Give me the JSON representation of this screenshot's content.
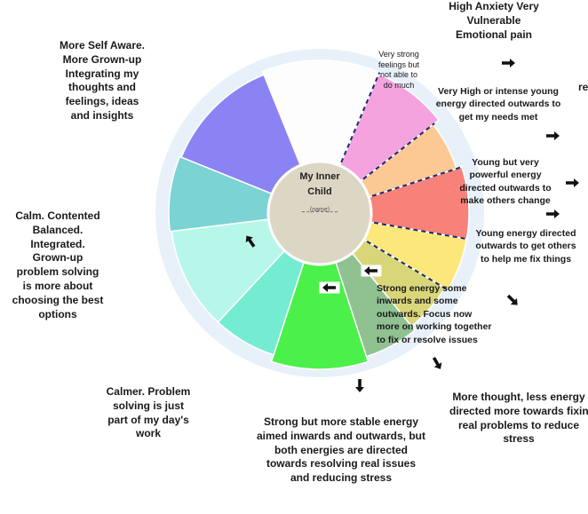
{
  "diagram": {
    "center_title": "My Inner\nChild",
    "center_note": "(name)",
    "outer_labels": {
      "high_anxiety": "High Anxiety Very\nVulnerable\nEmotional pain",
      "self_aware": "More Self Aware.\nMore Grown-up\nIntegrating my\nthoughts and\nfeelings, ideas\nand insights",
      "calm_contented": "Calm. Contented\nBalanced.\nIntegrated.\nGrown-up\nproblem solving\nis more about\nchoosing the best\noptions",
      "calmer": "Calmer. Problem\nsolving is just\npart of my day's\nwork",
      "stable_energy": "Strong but more stable energy\naimed inwards and outwards, but\nboth energies are directed\ntowards  resolving real issues\nand reducing stress",
      "more_thought": "More thought, less energy\ndirected more towards fixing\nreal problems to reduce\nstress",
      "cut_fragment": "re"
    },
    "segment_labels": {
      "very_strong": "Very strong\nfeelings but\nnot able to\ndo much",
      "very_high": "Very High or intense  young\nenergy directed outwards to\nget my needs met",
      "young_powerful": "Young but very\npowerful energy\ndirected outwards to\nmake others change",
      "young_energy": "Young energy directed\noutwards to get others\nto help me fix things",
      "strong_energy": "Strong energy some\ninwards and some\noutwards.  Focus now\nmore on working together\nto fix or resolve issues"
    },
    "colors": {
      "ring": "#e8f1fa",
      "hub": "#dcd6c4",
      "outline": "#ffffff",
      "segments": [
        "#fdfdfd",
        "#f4a3df",
        "#fcc994",
        "#f8817a",
        "#fce77a",
        "#d9d67a",
        "#8fc191",
        "#4cf04a",
        "#73ecd2",
        "#b6f7ea",
        "#7cd3d3",
        "#8b83f3"
      ]
    },
    "arrow_icons": [
      "arrow-right-icon",
      "arrow-down-right-icon",
      "arrow-down-icon",
      "arrow-left-icon",
      "arrow-up-left-icon"
    ]
  }
}
